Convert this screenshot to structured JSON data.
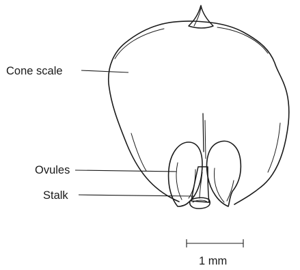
{
  "labels": {
    "cone_scale": "Cone scale",
    "ovules": "Ovules",
    "stalk": "Stalk"
  },
  "scale_bar": {
    "text": "1 mm"
  },
  "colors": {
    "ink": "#1a1a1a",
    "background": "#ffffff"
  }
}
